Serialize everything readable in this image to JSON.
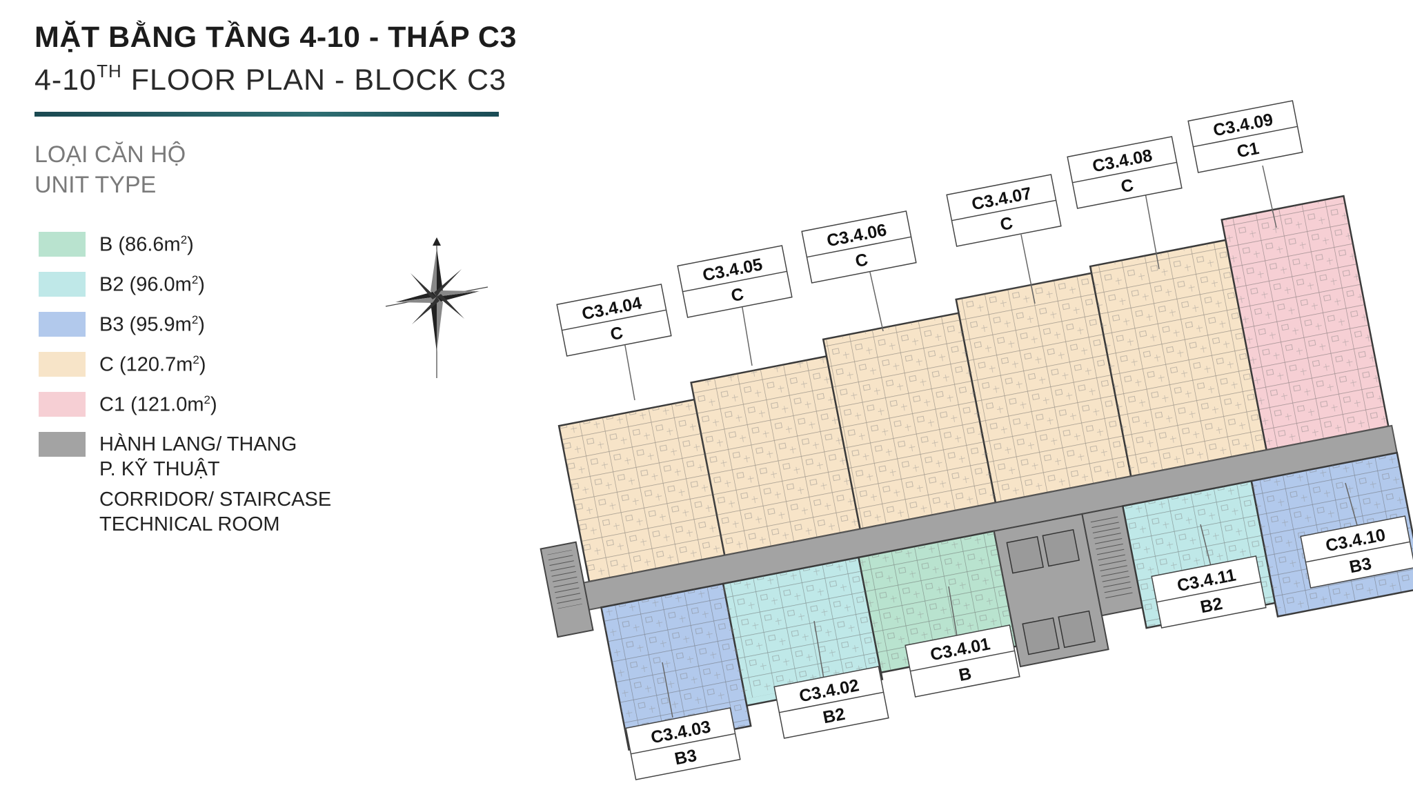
{
  "title": {
    "vi": "MẶT BẰNG TẦNG 4-10 - THÁP C3",
    "en_pre": "4-10",
    "en_sup": "TH",
    "en_post": " FLOOR PLAN - BLOCK C3"
  },
  "unit_type_heading": {
    "vi": "LOẠI CĂN HỘ",
    "en": "UNIT TYPE"
  },
  "legend": [
    {
      "type": "B",
      "area": "86.6",
      "unit": "m",
      "sup": "2",
      "color": "#b9e3cf"
    },
    {
      "type": "B2",
      "area": "96.0",
      "unit": "m",
      "sup": "2",
      "color": "#bfe8e8"
    },
    {
      "type": "B3",
      "area": "95.9",
      "unit": "m",
      "sup": "2",
      "color": "#b2c9ec"
    },
    {
      "type": "C",
      "area": "120.7",
      "unit": "m",
      "sup": "2",
      "color": "#f7e4c8"
    },
    {
      "type": "C1",
      "area": "121.0",
      "unit": "m",
      "sup": "2",
      "color": "#f6cfd4"
    }
  ],
  "legend_corridor": {
    "line1": "HÀNH LANG/ THANG",
    "line2": "P. KỸ THUẬT",
    "en1": "CORRIDOR/ STAIRCASE",
    "en2": "TECHNICAL ROOM",
    "color": "#a3a3a3"
  },
  "compass": {
    "icon": "compass-rose-icon"
  },
  "units": [
    {
      "code": "C3.4.01",
      "type": "B"
    },
    {
      "code": "C3.4.02",
      "type": "B2"
    },
    {
      "code": "C3.4.03",
      "type": "B3"
    },
    {
      "code": "C3.4.04",
      "type": "C"
    },
    {
      "code": "C3.4.05",
      "type": "C"
    },
    {
      "code": "C3.4.06",
      "type": "C"
    },
    {
      "code": "C3.4.07",
      "type": "C"
    },
    {
      "code": "C3.4.08",
      "type": "C"
    },
    {
      "code": "C3.4.09",
      "type": "C1"
    },
    {
      "code": "C3.4.10",
      "type": "B3"
    },
    {
      "code": "C3.4.11",
      "type": "B2"
    }
  ]
}
